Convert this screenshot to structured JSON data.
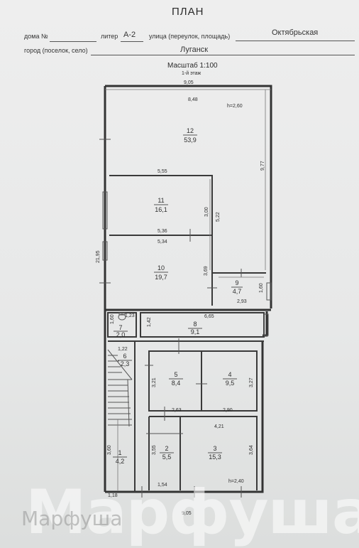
{
  "document": {
    "title": "ПЛАН",
    "house_label": "дома №",
    "house_value": "",
    "liter_label": "литер",
    "liter_value": "А-2",
    "street_label": "улица (переулок, площадь)",
    "street_value": "Октябрьская",
    "city_label": "город (поселок, село)",
    "city_value": "Луганск",
    "scale": "Масштаб 1:100",
    "floor": "1-й этаж"
  },
  "plan": {
    "dimensions": {
      "top_width": "9,05",
      "room12_top": "8,48",
      "room12_height": "h=2,60",
      "right_side": "9,77",
      "left_side": "21,95",
      "room11_top": "5,55",
      "room11_right": "3,00",
      "room11_right2": "5,22",
      "room11_bottom": "5,36",
      "room10_top": "5,34",
      "room10_right": "3,69",
      "room9_right": "1,60",
      "room9_bottom": "2,93",
      "room7_w": "1,23",
      "room7_h": "1,60",
      "room8_top": "6,65",
      "room8_left": "1,42",
      "room6_w": "1,22",
      "room5_left": "3,21",
      "room4_right": "3,27",
      "room5_bottom": "2,63",
      "room4_bottom": "2,90",
      "room3_top": "4,21",
      "room1_left": "3,60",
      "room2_left": "3,55",
      "room3_right": "3,64",
      "room2_bottom": "1,54",
      "room3_height": "h=2,40",
      "room1_bottom": "1,18",
      "bottom_total": "9,05"
    },
    "rooms": [
      {
        "num": "12",
        "area": "53,9"
      },
      {
        "num": "11",
        "area": "16,1"
      },
      {
        "num": "10",
        "area": "19,7"
      },
      {
        "num": "9",
        "area": "4,7"
      },
      {
        "num": "8",
        "area": "9,1"
      },
      {
        "num": "7",
        "area": "2,0"
      },
      {
        "num": "6",
        "area": "2,3"
      },
      {
        "num": "5",
        "area": "8,4"
      },
      {
        "num": "4",
        "area": "9,5"
      },
      {
        "num": "3",
        "area": "15,3"
      },
      {
        "num": "2",
        "area": "5,5"
      },
      {
        "num": "1",
        "area": "4,2"
      }
    ]
  },
  "watermark": {
    "big": "Марфуша",
    "small": "Марфуша"
  }
}
